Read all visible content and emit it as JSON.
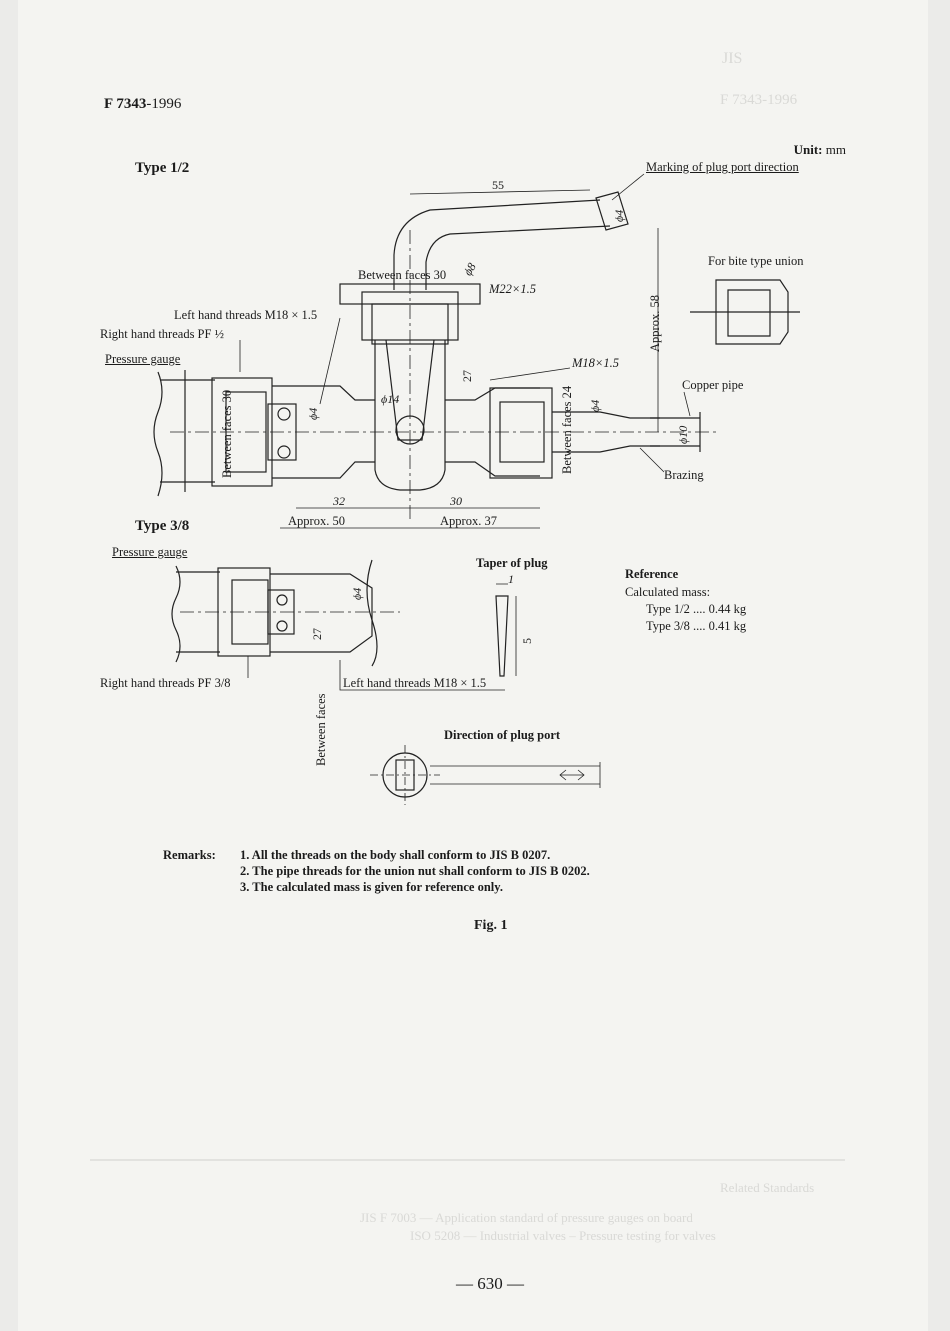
{
  "header": {
    "doc_id": "F 7343",
    "year": "-1996"
  },
  "unit": {
    "label": "Unit:",
    "value": "mm"
  },
  "type_half": {
    "title": "Type 1/2",
    "marking": "Marking of plug port direction",
    "dim_55": "55",
    "dim_phi4_top": "ϕ4",
    "dim_phi8": "ϕ8",
    "between_faces_30_top": "Between faces 30",
    "m22": "M22×1.5",
    "left_threads": "Left hand threads M18 × 1.5",
    "right_threads": "Right hand threads PF ½",
    "pressure_gauge": "Pressure gauge",
    "m18": "M18×1.5",
    "between_faces_30_left": "Between faces 30",
    "phi14": "ϕ14",
    "phi4": "ϕ4",
    "dim_27": "27",
    "between_faces_24": "Between faces 24",
    "phi4_right": "ϕ4",
    "approx_58": "Approx. 58",
    "for_bite": "For bite type union",
    "copper_pipe": "Copper pipe",
    "phi10": "ϕ10",
    "brazing": "Brazing",
    "dim_32": "32",
    "dim_30": "30",
    "approx_50": "Approx. 50",
    "approx_37": "Approx. 37"
  },
  "type_3_8": {
    "title": "Type 3/8",
    "pressure_gauge": "Pressure gauge",
    "phi4": "ϕ4",
    "dim_27": "27",
    "right_threads": "Right hand threads PF 3/8",
    "left_threads": "Left hand threads M18 × 1.5",
    "between_faces": "Between faces"
  },
  "taper": {
    "title": "Taper of plug",
    "dim_l": "1",
    "dim_5": "5"
  },
  "reference": {
    "title": "Reference",
    "calc": "Calculated mass:",
    "type_half": "Type 1/2 .... 0.44 kg",
    "type_3_8": "Type 3/8 .... 0.41 kg"
  },
  "direction": {
    "title": "Direction of plug port"
  },
  "remarks": {
    "label": "Remarks:",
    "items": [
      "1. All the threads on the body shall conform to JIS B 0207.",
      "2. The pipe threads for the union nut shall conform to JIS B 0202.",
      "3. The calculated mass is given for reference only."
    ]
  },
  "figure": {
    "caption": "Fig. 1"
  },
  "page_number": "— 630 —",
  "ghost": {
    "jis": "JIS",
    "code": "F 7343-1996",
    "related": "Related Standards",
    "rel_1": "JIS F 7003  —  Application standard of pressure gauges on board",
    "rel_2": "ISO 5208  —  Industrial valves – Pressure testing for valves"
  }
}
